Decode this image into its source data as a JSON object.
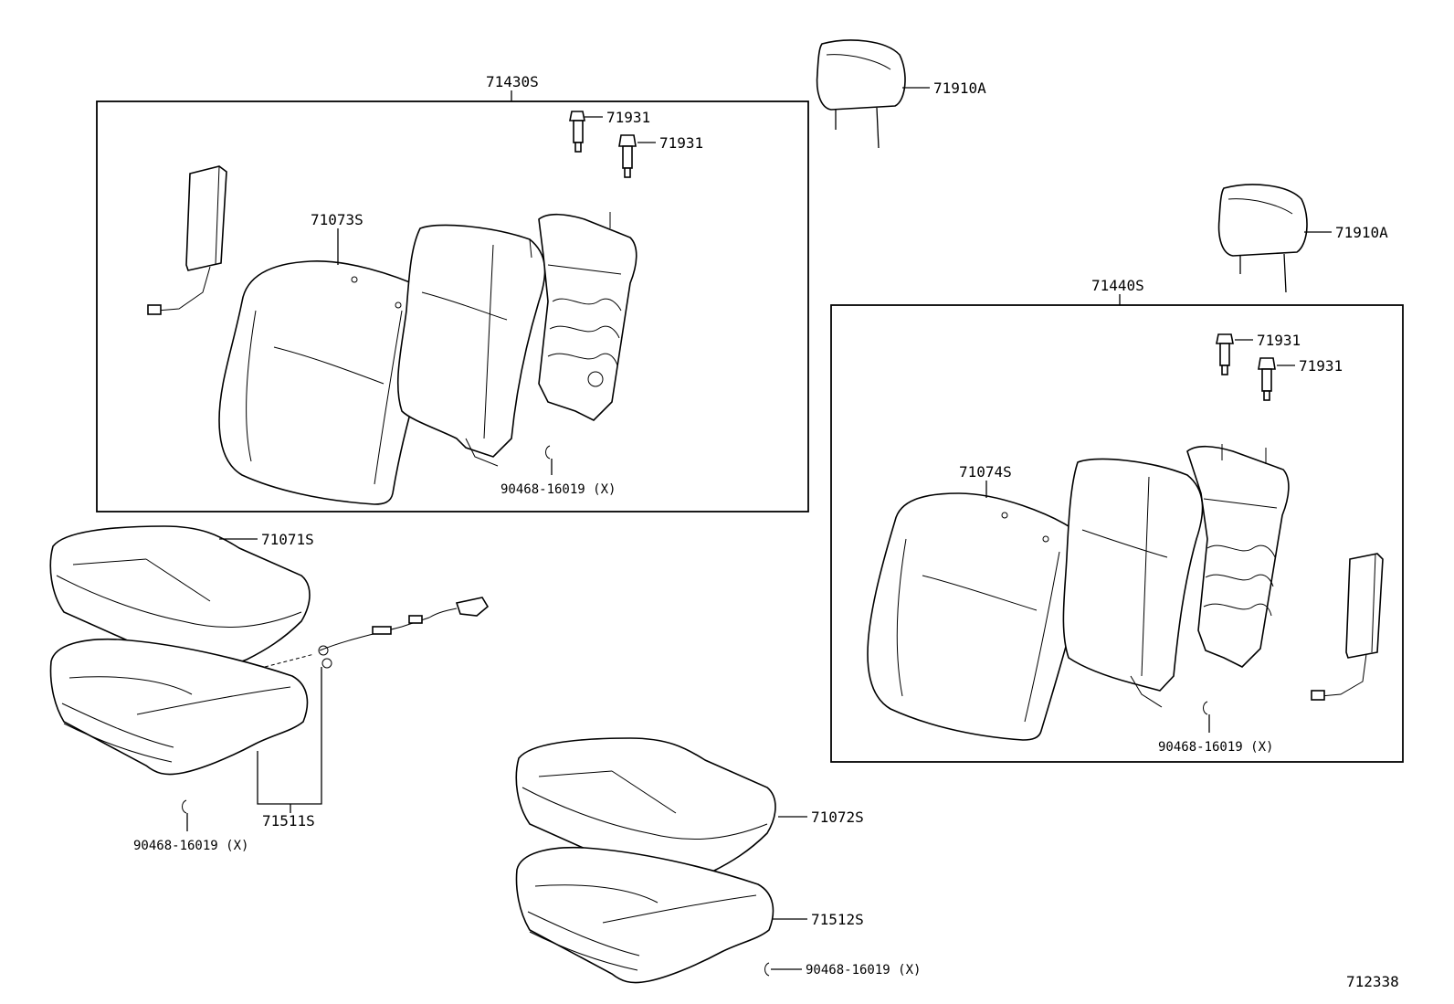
{
  "labels": {
    "front_back_assy_left": "71430S",
    "front_back_assy_right": "71440S",
    "headrest_upper": "71910A",
    "headrest_lower": "71910A",
    "support_left_1": "71931",
    "support_left_2": "71931",
    "support_right_1": "71931",
    "support_right_2": "71931",
    "back_cover_left": "71073S",
    "back_cover_right": "71074S",
    "cushion_cover_left": "71071S",
    "cushion_cover_right": "71072S",
    "cushion_pad_left": "71511S",
    "cushion_pad_right": "71512S",
    "hog_ring_back_left": "90468-16019 (X)",
    "hog_ring_back_right": "90468-16019 (X)",
    "hog_ring_cushion_left": "90468-16019 (X)",
    "hog_ring_cushion_right": "90468-16019 (X)",
    "diagram_id": "712338"
  },
  "colors": {
    "line": "#000000",
    "background": "#ffffff"
  }
}
